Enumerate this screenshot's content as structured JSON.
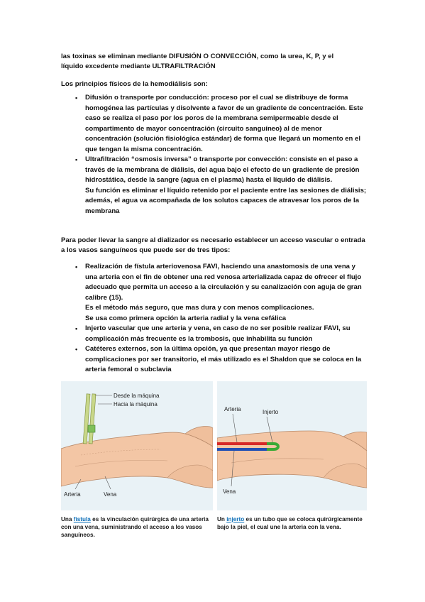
{
  "intro": {
    "line1": "las toxinas se eliminan mediante DIFUSIÓN O CONVECCIÓN, como la urea, K, P, y el",
    "line2": "líquido excedente mediante ULTRAFILTRACIÓN"
  },
  "principles_title": "Los principios físicos de la hemodiálisis son:",
  "principles": [
    {
      "bullet": "▪",
      "text": "Difusión o transporte por conducción: proceso por el cual se distribuye de forma homogénea las partículas y disolvente a favor de un gradiente de concentración. Este caso se realiza el paso por los poros de la membrana semipermeable desde el compartimento de mayor concentración (circuito sanguíneo) al de menor concentración (solución fisiológica estándar) de forma que llegará un momento en el que tengan la misma concentración.",
      "extra": ""
    },
    {
      "bullet": "▪",
      "text": "Ultrafiltración “osmosis inversa” o transporte por convección: consiste en el paso a través de la membrana de diálisis, del agua bajo el efecto de un gradiente de presión hidrostática, desde la sangre (agua en el plasma) hasta el líquido de diálisis.",
      "extra": "Su función es eliminar el líquido retenido por el paciente entre las sesiones de diálisis; además, el agua va acompañada de los solutos capaces de atravesar los poros de la membrana"
    }
  ],
  "access_intro": "Para poder llevar la sangre al dializador es necesario establecer un acceso vascular o entrada a los vasos sanguíneos que puede ser de tres tipos:",
  "access_types": [
    {
      "bullet": "•",
      "text": "Realización de fístula arteriovenosa FAVI, haciendo una anastomosis de una vena y una arteria con el fin de obtener una red venosa arterializada capaz de ofrecer el flujo adecuado que permita un acceso a la circulación y su canalización con aguja de gran calibre (15).",
      "extra1": "Es el método más seguro, que mas dura y con menos complicaciones.",
      "extra2": "Se usa como primera opción la arteria radial y la vena cefálica"
    },
    {
      "bullet": "•",
      "text": "Injerto vascular que une arteria y vena, en caso de no ser posible realizar FAVI, su complicación más frecuente es la trombosis, que inhabilita su función",
      "extra1": "",
      "extra2": ""
    },
    {
      "bullet": "•",
      "text": "Catéteres externos, son la última opción, ya que presentan mayor riesgo de complicaciones por ser transitorio, el más utilizado es el Shaldon que se coloca en la arteria femoral o subclavia",
      "extra1": "",
      "extra2": ""
    }
  ],
  "figure_left": {
    "label_desde": "Desde la máquina",
    "label_hacia": "Hacia la máquina",
    "label_arteria": "Arteria",
    "label_vena": "Vena",
    "caption_pre": "Una ",
    "caption_kw": "fístula",
    "caption_post": " es la vinculación quirúrgica de una arteria con una vena, suministrando el acceso a los vasos sanguíneos."
  },
  "figure_right": {
    "label_arteria": "Arteria",
    "label_injerto": "Injerto",
    "label_vena": "Vena",
    "caption_pre": "Un ",
    "caption_kw": "injerto",
    "caption_post": " es un tubo que se coloca quirúrgicamente bajo la piel, el cual une la arteria con la vena."
  },
  "colors": {
    "artery": "#d62828",
    "vein": "#1f4fb5",
    "graft": "#3aa935",
    "skin": "#f3c6a5",
    "figure_bg": "#e9f2f6",
    "caption_keyword": "#0d6fb8"
  }
}
